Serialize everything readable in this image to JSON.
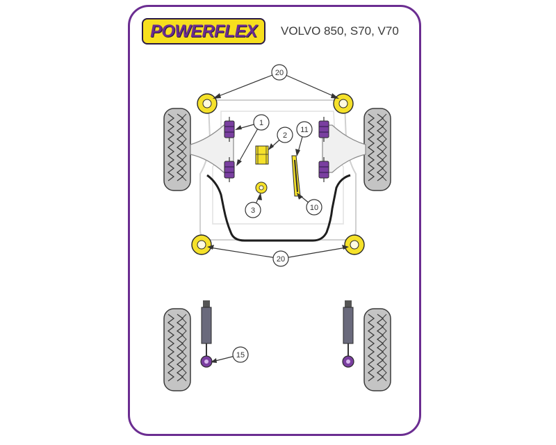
{
  "brand": {
    "logo_text": "POWERFLEX",
    "model_text": "VOLVO 850, S70, V70"
  },
  "callouts": [
    {
      "id": "20",
      "label": "20"
    },
    {
      "id": "1",
      "label": "1"
    },
    {
      "id": "2",
      "label": "2"
    },
    {
      "id": "11",
      "label": "11"
    },
    {
      "id": "3",
      "label": "3"
    },
    {
      "id": "10",
      "label": "10"
    },
    {
      "id": "20b",
      "label": "20"
    },
    {
      "id": "15",
      "label": "15"
    }
  ],
  "colors": {
    "border": "#6b2d91",
    "bush_purple": "#7a3fa0",
    "bush_yellow": "#f5e12a",
    "tyre": "#bdbdbd"
  }
}
